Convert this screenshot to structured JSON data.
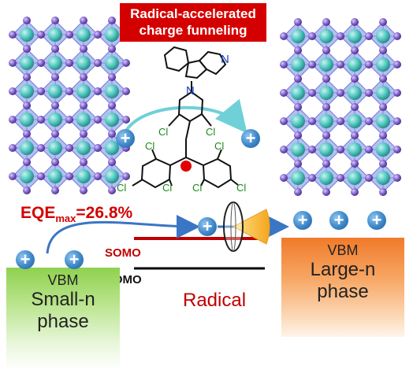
{
  "title": {
    "line1": "Radical-accelerated",
    "line2": "charge funneling"
  },
  "eqe": {
    "prefix": "EQE",
    "sub": "max",
    "value": "=26.8%"
  },
  "levels": {
    "somo": "SOMO",
    "homo": "HOMO",
    "radical": "Radical"
  },
  "small_phase": {
    "vbm": "VBM",
    "name_line1": "Small-n",
    "name_line2": "phase"
  },
  "large_phase": {
    "vbm": "VBM",
    "name_line1": "Large-n",
    "name_line2": "phase"
  },
  "molecule": {
    "nitrogen_label": "N",
    "chlorine_label": "Cl"
  },
  "hole_symbol": "+",
  "colors": {
    "title_bg": "#d40000",
    "accent_red": "#d40000",
    "somo_line": "#c00000",
    "homo_line": "#000000",
    "hole_blue": "#3d86c8",
    "octahedron_blue": "#a8b4f0",
    "b_site_teal": "#4fc6c0",
    "x_site_purple": "#8060c8",
    "small_phase_green": "#8fd14f",
    "large_phase_orange": "#f07a2a",
    "funnel_yellow": "#f8b830",
    "arrow_blue": "#3a76c4",
    "curved_arrow_teal": "#6fd0d8",
    "radical_dot": "#e00000"
  },
  "icons": [
    "perovskite-lattice",
    "hole-charge-icon",
    "funnel-icon",
    "radical-dot-icon"
  ]
}
